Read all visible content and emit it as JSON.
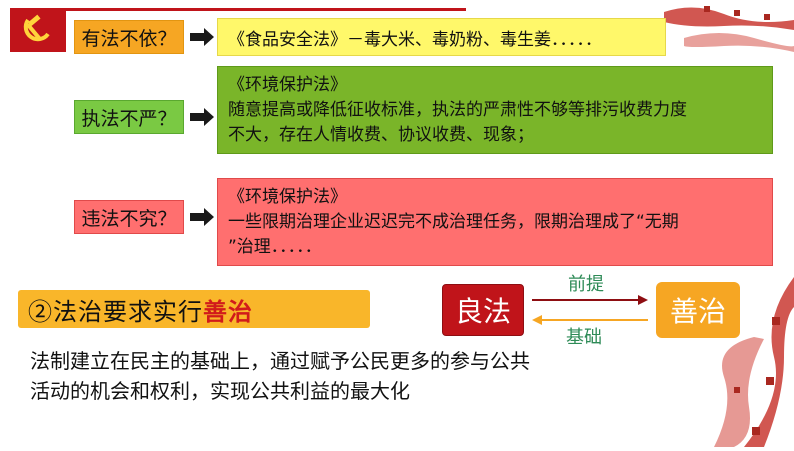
{
  "colors": {
    "party_red": "#c0141a",
    "orange": "#f6a623",
    "yellow": "#fff86a",
    "green": "#7ab529",
    "pink": "#ff6f6f",
    "highlight_red": "#d11b1b",
    "edge_green": "#2e8b57"
  },
  "rows": [
    {
      "label": "有法不依？",
      "content_lines": [
        "《食品安全法》－毒大米、毒奶粉、毒生姜．．．．．"
      ]
    },
    {
      "label": "执法不严？",
      "content_lines": [
        "《环境保护法》",
        "随意提高或降低征收标准，执法的严肃性不够等排污收费力度",
        "不大，存在人情收费、协议收费、现象；"
      ]
    },
    {
      "label": "违法不究？",
      "content_lines": [
        "《环境保护法》",
        "一些限期治理企业迟迟完不成治理任务，限期治理成了“无期",
        "”治理．．．．．"
      ]
    }
  ],
  "rule": {
    "prefix": "②法治要求实行",
    "highlight": "善治"
  },
  "relation": {
    "left": "良法",
    "right": "善治",
    "top_label": "前提",
    "bottom_label": "基础"
  },
  "paragraph": {
    "line1": "法制建立在民主的基础上，通过赋予公民更多的参与公共",
    "line2": "活动的机会和权利，实现公共利益的最大化"
  },
  "icons": {
    "emblem": "hammer-sickle-icon",
    "arrow": "arrow-right-icon",
    "wall": "great-wall-decoration"
  }
}
